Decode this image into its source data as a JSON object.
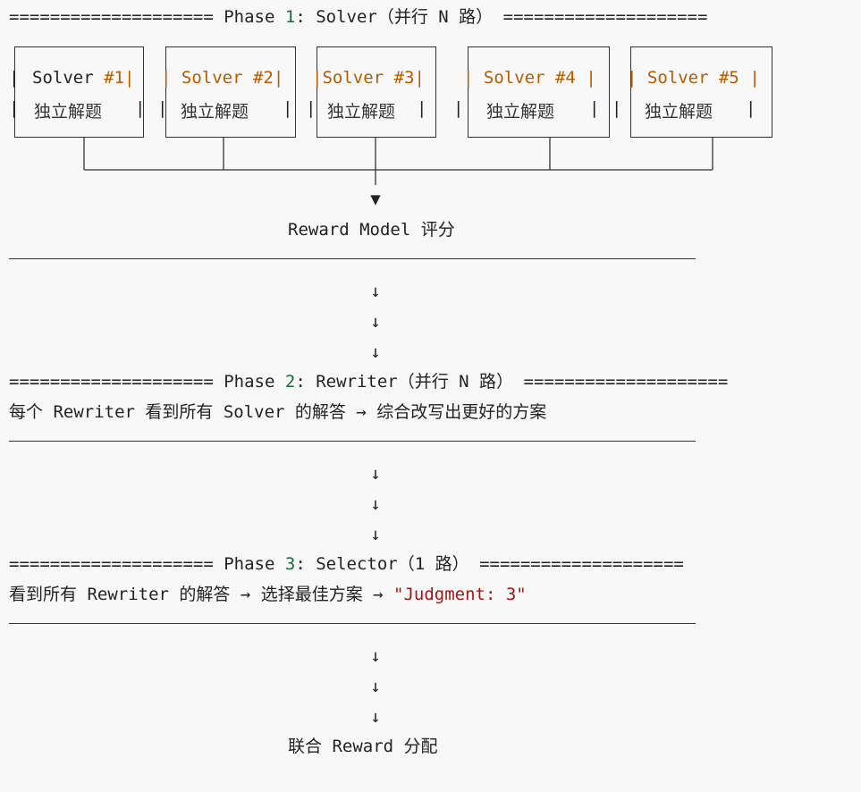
{
  "phase1": {
    "rule_left": "====================",
    "label": "Phase",
    "num": "1",
    "name": ": Solver",
    "parallel": "（并行 N 路）",
    "rule_right": "===================="
  },
  "solvers": [
    {
      "name": "Solver",
      "num": "#1",
      "desc": "独立解题"
    },
    {
      "name": "Solver",
      "num": "#2",
      "desc": "独立解题"
    },
    {
      "name": "Solver",
      "num": "#3",
      "desc": "独立解题"
    },
    {
      "name": "Solver",
      "num": "#4",
      "desc": "独立解题"
    },
    {
      "name": "Solver",
      "num": "#5",
      "desc": "独立解题"
    }
  ],
  "merge_arrow": "▼",
  "reward_model": "Reward Model 评分",
  "down_arrow": "↓",
  "phase2": {
    "rule_left": "====================",
    "label": "Phase",
    "num": "2",
    "name": ": Rewriter",
    "parallel": "（并行 N 路）",
    "rule_right": "====================",
    "desc": "每个 Rewriter 看到所有 Solver 的解答 → 综合改写出更好的方案"
  },
  "phase3": {
    "rule_left": "====================",
    "label": "Phase",
    "num": "3",
    "name": ": Selector",
    "parallel": "（1 路）",
    "rule_right": "====================",
    "desc": "看到所有 Rewriter 的解答 → 选择最佳方案 → ",
    "judgment": "\"Judgment: 3\""
  },
  "final": "联合 Reward 分配"
}
